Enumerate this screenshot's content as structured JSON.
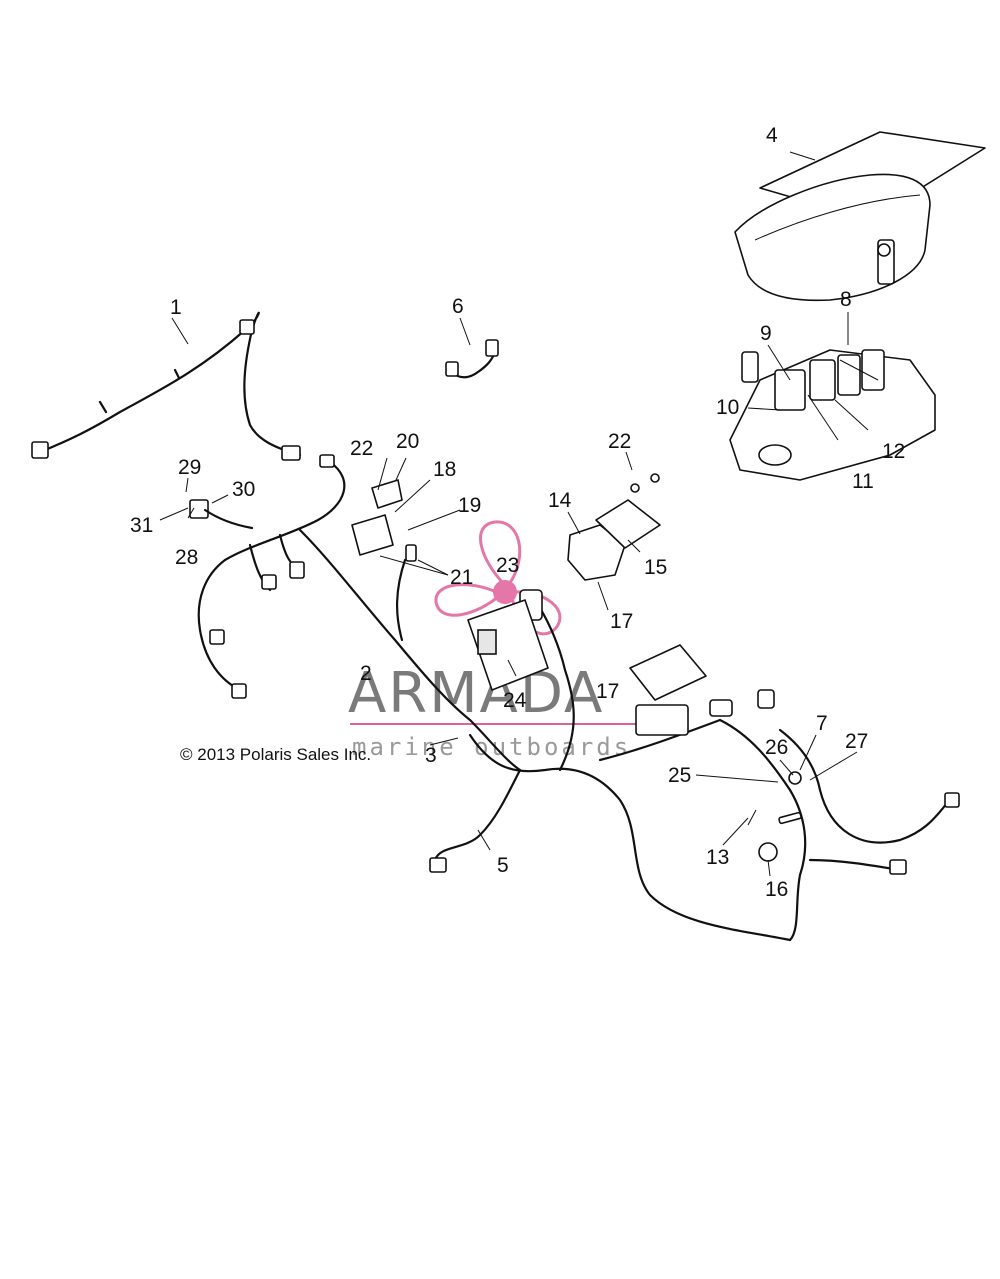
{
  "copyright": "© 2013 Polaris Sales Inc.",
  "watermark": {
    "brand": "ARMADA",
    "subtitle": "marine outboards",
    "accent_color": "#e0609a"
  },
  "callouts": [
    "1",
    "2",
    "3",
    "4",
    "5",
    "6",
    "7",
    "8",
    "9",
    "10",
    "11",
    "12",
    "13",
    "14",
    "15",
    "16",
    "17",
    "17",
    "18",
    "19",
    "20",
    "21",
    "22",
    "22",
    "23",
    "24",
    "25",
    "26",
    "27",
    "28",
    "29",
    "30",
    "31"
  ]
}
